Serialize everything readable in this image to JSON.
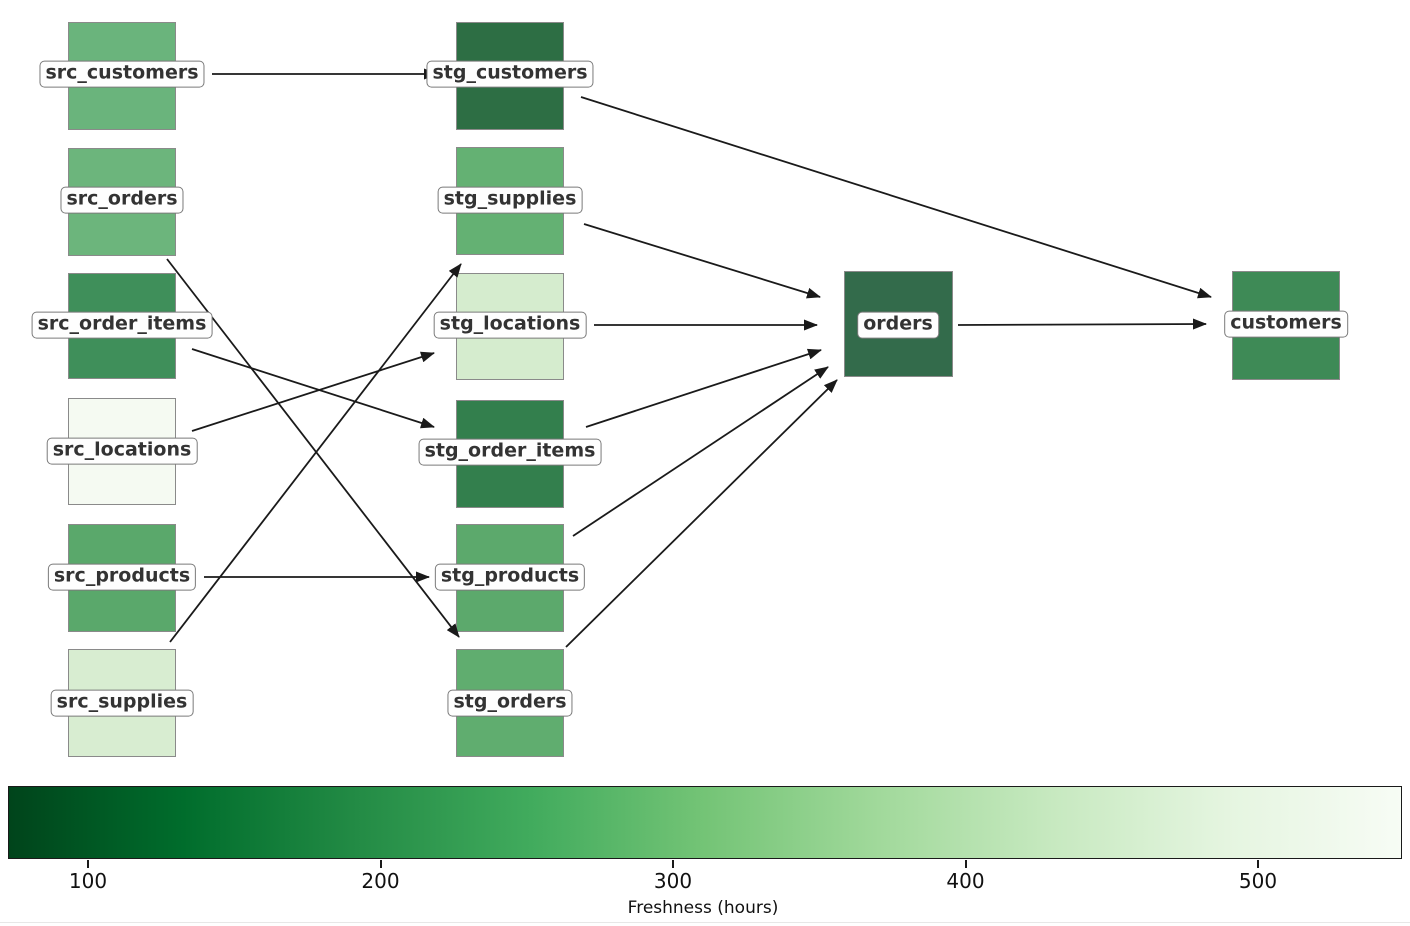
{
  "figure": {
    "background": "#ffffff",
    "edge_color": "#1a1a1a",
    "node_border_color": "#8a8a8a"
  },
  "nodes": [
    {
      "id": "src_customers",
      "label": "src_customers",
      "column": "source",
      "color": "#6ab47c"
    },
    {
      "id": "src_orders",
      "label": "src_orders",
      "column": "source",
      "color": "#6cb57c"
    },
    {
      "id": "src_order_items",
      "label": "src_order_items",
      "column": "source",
      "color": "#3f8f5a"
    },
    {
      "id": "src_locations",
      "label": "src_locations",
      "column": "source",
      "color": "#f5faf2"
    },
    {
      "id": "src_products",
      "label": "src_products",
      "column": "source",
      "color": "#5aa86b"
    },
    {
      "id": "src_supplies",
      "label": "src_supplies",
      "column": "source",
      "color": "#d8edd1"
    },
    {
      "id": "stg_customers",
      "label": "stg_customers",
      "column": "staging",
      "color": "#2d6e44"
    },
    {
      "id": "stg_supplies",
      "label": "stg_supplies",
      "column": "staging",
      "color": "#64b173"
    },
    {
      "id": "stg_locations",
      "label": "stg_locations",
      "column": "staging",
      "color": "#d5ecce"
    },
    {
      "id": "stg_order_items",
      "label": "stg_order_items",
      "column": "staging",
      "color": "#337f4d"
    },
    {
      "id": "stg_products",
      "label": "stg_products",
      "column": "staging",
      "color": "#5ca96c"
    },
    {
      "id": "stg_orders",
      "label": "stg_orders",
      "column": "staging",
      "color": "#60ad6f"
    },
    {
      "id": "orders",
      "label": "orders",
      "column": "marts",
      "color": "#336b4b"
    },
    {
      "id": "customers",
      "label": "customers",
      "column": "marts",
      "color": "#3e8a56"
    }
  ],
  "edges": [
    {
      "from": "src_customers",
      "to": "stg_customers"
    },
    {
      "from": "src_orders",
      "to": "stg_orders"
    },
    {
      "from": "src_order_items",
      "to": "stg_order_items"
    },
    {
      "from": "src_locations",
      "to": "stg_locations"
    },
    {
      "from": "src_products",
      "to": "stg_products"
    },
    {
      "from": "src_supplies",
      "to": "stg_supplies"
    },
    {
      "from": "stg_customers",
      "to": "customers"
    },
    {
      "from": "stg_supplies",
      "to": "orders"
    },
    {
      "from": "stg_locations",
      "to": "orders"
    },
    {
      "from": "stg_order_items",
      "to": "orders"
    },
    {
      "from": "stg_products",
      "to": "orders"
    },
    {
      "from": "stg_orders",
      "to": "orders"
    },
    {
      "from": "orders",
      "to": "customers"
    }
  ],
  "colorbar": {
    "label": "Freshness (hours)",
    "tick_labels": [
      "100",
      "200",
      "300",
      "400",
      "500"
    ],
    "tick_values": [
      100,
      200,
      300,
      400,
      500
    ],
    "orientation": "horizontal",
    "colormap": "Greens_r",
    "gradient_stops": [
      "#00441b",
      "#006d2c",
      "#238b45",
      "#41ab5d",
      "#74c476",
      "#a1d99b",
      "#c7e9c0",
      "#e5f5e0",
      "#f7fcf5"
    ],
    "css_gradient": "linear-gradient(90deg, #00441b 0%, #006d2c 12.5%, #238b45 25%, #41ab5d 37.5%, #74c476 50%, #a1d99b 62.5%, #c7e9c0 75%, #e5f5e0 87.5%, #f7fcf5 100%)"
  }
}
